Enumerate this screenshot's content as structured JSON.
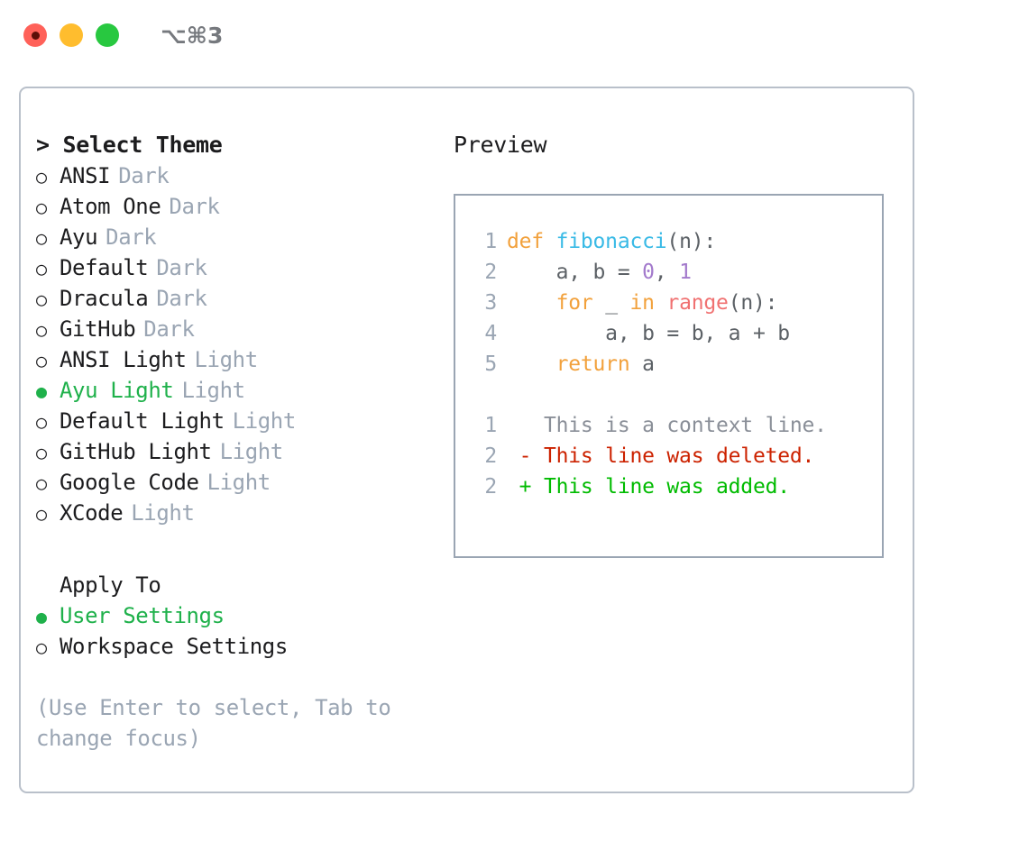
{
  "titlebar": {
    "shortcut": "⌥⌘3",
    "dots": [
      {
        "name": "close",
        "color": "#ff6159"
      },
      {
        "name": "minimize",
        "color": "#ffbd2e"
      },
      {
        "name": "maximize",
        "color": "#28c840"
      }
    ]
  },
  "theme_panel": {
    "heading": "> Select Theme",
    "selected_marker": "●",
    "unselected_marker": "○",
    "items": [
      {
        "name": "ANSI",
        "variant": "Dark",
        "selected": false
      },
      {
        "name": "Atom One",
        "variant": "Dark",
        "selected": false
      },
      {
        "name": "Ayu",
        "variant": "Dark",
        "selected": false
      },
      {
        "name": "Default",
        "variant": "Dark",
        "selected": false
      },
      {
        "name": "Dracula",
        "variant": "Dark",
        "selected": false
      },
      {
        "name": "GitHub",
        "variant": "Dark",
        "selected": false
      },
      {
        "name": "ANSI Light",
        "variant": "Light",
        "selected": false
      },
      {
        "name": "Ayu Light",
        "variant": "Light",
        "selected": true
      },
      {
        "name": "Default Light",
        "variant": "Light",
        "selected": false
      },
      {
        "name": "GitHub Light",
        "variant": "Light",
        "selected": false
      },
      {
        "name": "Google Code",
        "variant": "Light",
        "selected": false
      },
      {
        "name": "XCode",
        "variant": "Light",
        "selected": false
      }
    ]
  },
  "apply_to": {
    "heading": "Apply To",
    "items": [
      {
        "name": "User Settings",
        "selected": true
      },
      {
        "name": "Workspace Settings",
        "selected": false
      }
    ]
  },
  "hint": "(Use Enter to select, Tab to change focus)",
  "preview": {
    "title": "Preview",
    "code_lines": [
      {
        "lineno": "1",
        "tokens": [
          {
            "text": "def ",
            "type": "kw"
          },
          {
            "text": "fibonacci",
            "type": "fn"
          },
          {
            "text": "(n):",
            "type": "plain"
          }
        ]
      },
      {
        "lineno": "2",
        "tokens": [
          {
            "text": "    a, b = ",
            "type": "plain"
          },
          {
            "text": "0",
            "type": "num"
          },
          {
            "text": ", ",
            "type": "plain"
          },
          {
            "text": "1",
            "type": "num"
          }
        ]
      },
      {
        "lineno": "3",
        "tokens": [
          {
            "text": "    ",
            "type": "plain"
          },
          {
            "text": "for",
            "type": "kw"
          },
          {
            "text": " _ ",
            "type": "plain"
          },
          {
            "text": "in",
            "type": "kw"
          },
          {
            "text": " ",
            "type": "plain"
          },
          {
            "text": "range",
            "type": "builtin"
          },
          {
            "text": "(n):",
            "type": "plain"
          }
        ]
      },
      {
        "lineno": "4",
        "tokens": [
          {
            "text": "        a, b = b, a + b",
            "type": "plain"
          }
        ]
      },
      {
        "lineno": "5",
        "tokens": [
          {
            "text": "    ",
            "type": "plain"
          },
          {
            "text": "return",
            "type": "kw"
          },
          {
            "text": " a",
            "type": "plain"
          }
        ]
      }
    ],
    "diff_lines": [
      {
        "lineno": "1",
        "marker": " ",
        "text": "This is a context line.",
        "type": "ctx"
      },
      {
        "lineno": "2",
        "marker": "-",
        "text": "This line was deleted.",
        "type": "del"
      },
      {
        "lineno": "2",
        "marker": "+",
        "text": "This line was added.",
        "type": "add"
      }
    ]
  },
  "colors": {
    "accent_green": "#1fb14b",
    "muted": "#9aa5b3",
    "text": "#1c1c1e",
    "keyword": "#f2a13c",
    "function": "#39bae6",
    "number": "#a37acc",
    "builtin": "#f07171",
    "diff_delete": "#cc2200",
    "diff_add": "#00bb00",
    "border": "#b9c0ca"
  }
}
